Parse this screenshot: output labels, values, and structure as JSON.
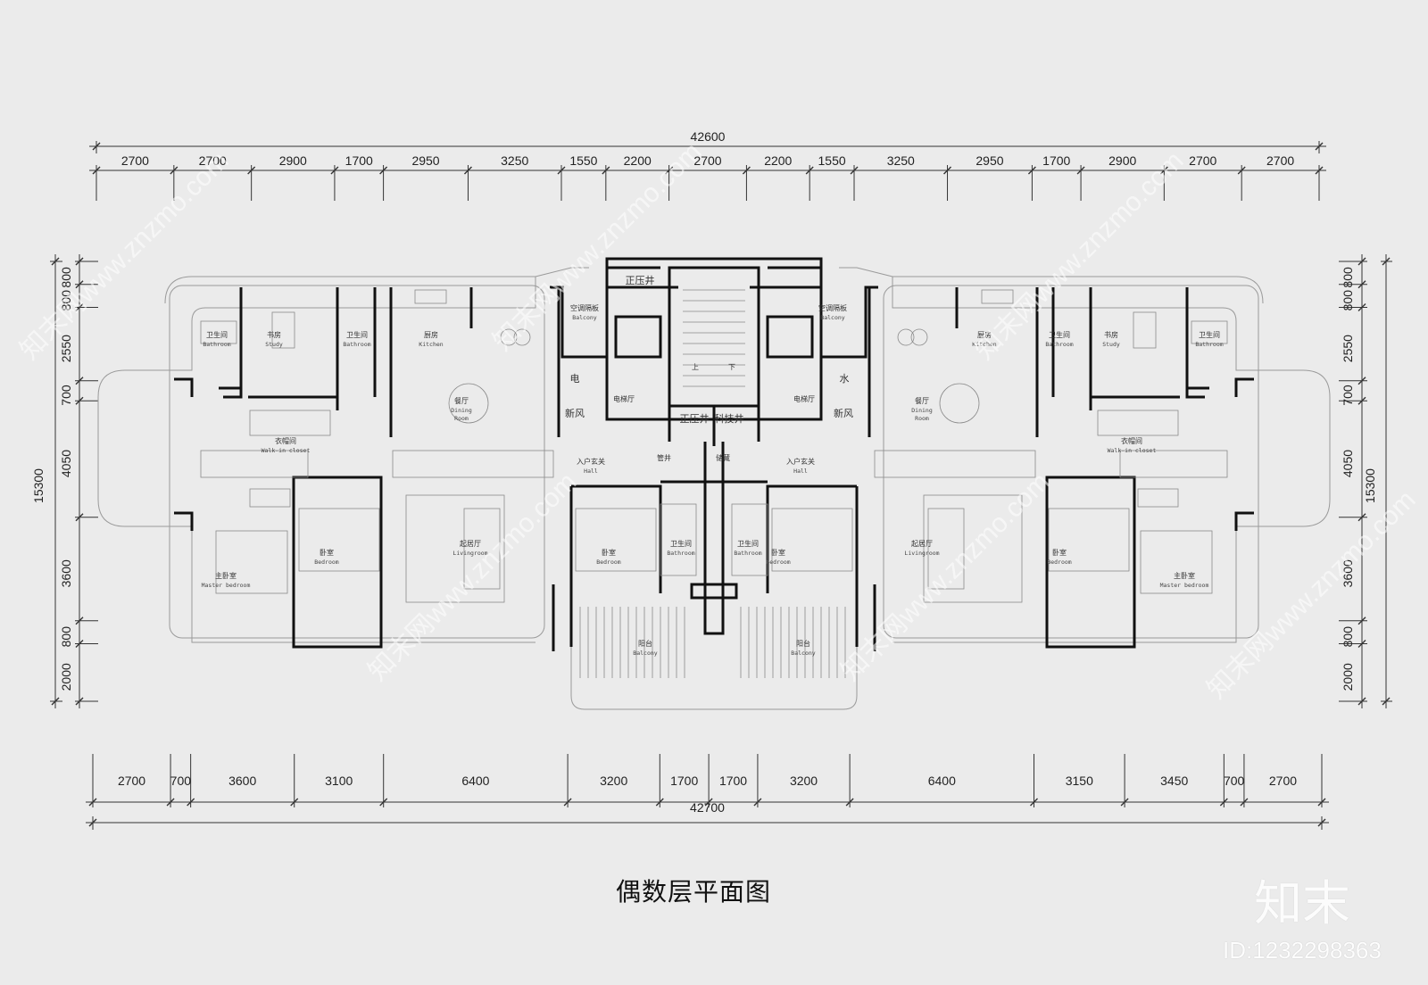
{
  "title": "偶数层平面图",
  "logo_text": "知末",
  "id_text": "ID:1232298363",
  "watermark": "知末网www.znzmo.com",
  "dimensions": {
    "top_total": "42600",
    "top": [
      "2700",
      "2700",
      "2900",
      "1700",
      "2950",
      "3250",
      "1550",
      "2200",
      "2700",
      "2200",
      "1550",
      "3250",
      "2950",
      "1700",
      "2900",
      "2700",
      "2700"
    ],
    "bottom_total": "42700",
    "bottom": [
      "2700",
      "700",
      "3600",
      "3100",
      "6400",
      "3200",
      "1700",
      "1700",
      "3200",
      "6400",
      "3150",
      "3450",
      "700",
      "2700"
    ],
    "left_total": "15300",
    "left": [
      "800",
      "800",
      "2550",
      "700",
      "4050",
      "3600",
      "800",
      "2000"
    ],
    "right_total": "15300",
    "right": [
      "800",
      "800",
      "2550",
      "700",
      "4050",
      "3600",
      "800",
      "2000"
    ]
  },
  "rooms": [
    {
      "cn": "卫生间",
      "en": "Bathroom"
    },
    {
      "cn": "书房",
      "en": "Study"
    },
    {
      "cn": "卫生间",
      "en": "Bathroom"
    },
    {
      "cn": "厨房",
      "en": "Kitchen"
    },
    {
      "cn": "空调隔板",
      "en": "Balcony"
    },
    {
      "cn": "餐厅",
      "en": "Dining",
      "en2": "Room"
    },
    {
      "cn": "衣帽间",
      "en": "Walk-in closet"
    },
    {
      "cn": "卧室",
      "en": "Bedroom"
    },
    {
      "cn": "主卧室",
      "en": "Master bedroom"
    },
    {
      "cn": "起居厅",
      "en": "Livingroom"
    },
    {
      "cn": "入户玄关",
      "en": "Hall"
    },
    {
      "cn": "卧室",
      "en": "Bedroom"
    },
    {
      "cn": "卫生间",
      "en": "Bathroom"
    },
    {
      "cn": "阳台",
      "en": "Balcony"
    },
    {
      "cn": "电梯厅",
      "en": ""
    },
    {
      "cn": "空调隔板",
      "en": "Balcony"
    },
    {
      "cn": "电梯厅",
      "en": ""
    },
    {
      "cn": "入户玄关",
      "en": "Hall"
    },
    {
      "cn": "卫生间",
      "en": "Bathroom"
    },
    {
      "cn": "卧室",
      "en": "Bedroom"
    },
    {
      "cn": "阳台",
      "en": "Balcony"
    },
    {
      "cn": "厨房",
      "en": "Kitchen"
    },
    {
      "cn": "卫生间",
      "en": "Bathroom"
    },
    {
      "cn": "书房",
      "en": "Study"
    },
    {
      "cn": "卫生间",
      "en": "Bathroom"
    },
    {
      "cn": "餐厅",
      "en": "Dining",
      "en2": "Room"
    },
    {
      "cn": "衣帽间",
      "en": "Walk-in closet"
    },
    {
      "cn": "卧室",
      "en": "Bedroom"
    },
    {
      "cn": "主卧室",
      "en": "Master bedroom"
    },
    {
      "cn": "起居厅",
      "en": "Livingroom"
    }
  ],
  "core_labels": {
    "pressure_shaft_top": "正压井",
    "electric": "电",
    "water": "水",
    "fresh_air_l": "新风",
    "fresh_air_r": "新风",
    "pressure_shaft": "正压井",
    "tech_shaft": "科技井",
    "pipe_l": "管井",
    "pipe_r": "储藏",
    "stair_up": "上",
    "stair_down": "下"
  }
}
